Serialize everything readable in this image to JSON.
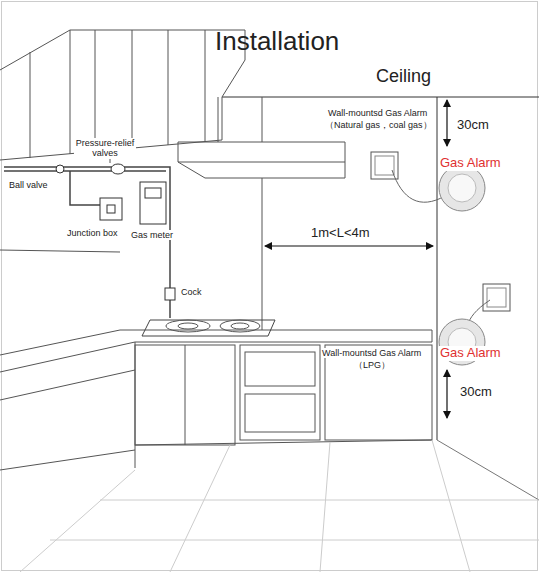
{
  "diagram": {
    "title": "Installation",
    "labels": [
      "Ceiling",
      "Wall-mountsd Gas Alarm",
      "（Natural gas，coal gas）",
      "30cm",
      "Gas Alarm",
      "Pressure-relief valves",
      "Ball valve",
      "Junction box",
      "Gas meter",
      "1m<L<4m",
      "Cock",
      "Wall-mountsd Gas Alarm",
      "（LPG）",
      "Gas Alarm",
      "30cm"
    ]
  }
}
